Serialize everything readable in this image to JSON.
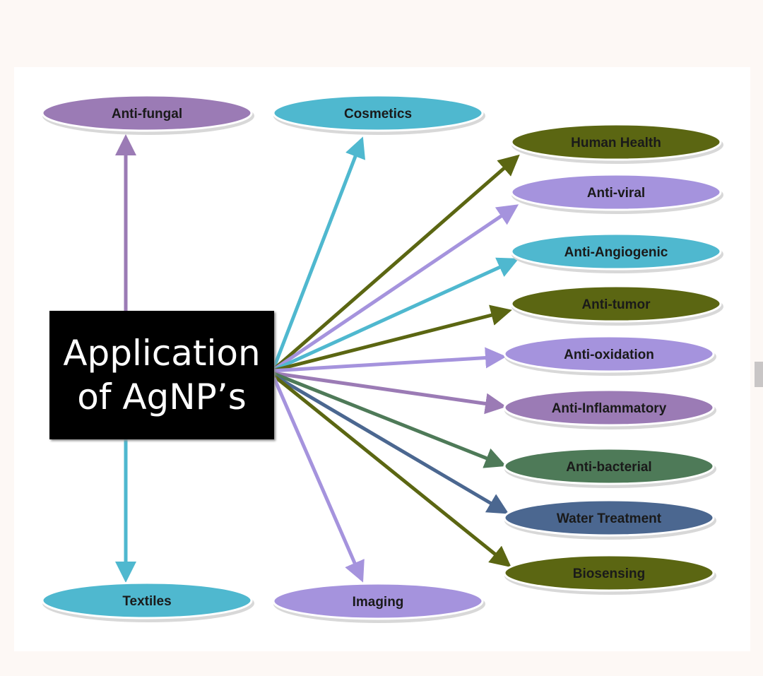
{
  "center": {
    "line1": "Application",
    "line2": "of AgNP’s"
  },
  "nodes": [
    {
      "id": "anti-fungal",
      "label": "Anti-fungal",
      "color": "#9b7bb5"
    },
    {
      "id": "cosmetics",
      "label": "Cosmetics",
      "color": "#4fb8cf"
    },
    {
      "id": "human-health",
      "label": "Human Health",
      "color": "#5b6612"
    },
    {
      "id": "anti-viral",
      "label": "Anti-viral",
      "color": "#a593dd"
    },
    {
      "id": "anti-angiogenic",
      "label": "Anti-Angiogenic",
      "color": "#4fb8cf"
    },
    {
      "id": "anti-tumor",
      "label": "Anti-tumor",
      "color": "#5b6612"
    },
    {
      "id": "anti-oxidation",
      "label": "Anti-oxidation",
      "color": "#a593dd"
    },
    {
      "id": "anti-inflammatory",
      "label": "Anti-Inflammatory",
      "color": "#9b7bb5"
    },
    {
      "id": "anti-bacterial",
      "label": "Anti-bacterial",
      "color": "#4e7a58"
    },
    {
      "id": "water-treatment",
      "label": "Water Treatment",
      "color": "#4b6790"
    },
    {
      "id": "biosensing",
      "label": "Biosensing",
      "color": "#5b6612"
    },
    {
      "id": "textiles",
      "label": "Textiles",
      "color": "#4fb8cf"
    },
    {
      "id": "imaging",
      "label": "Imaging",
      "color": "#a593dd"
    }
  ]
}
